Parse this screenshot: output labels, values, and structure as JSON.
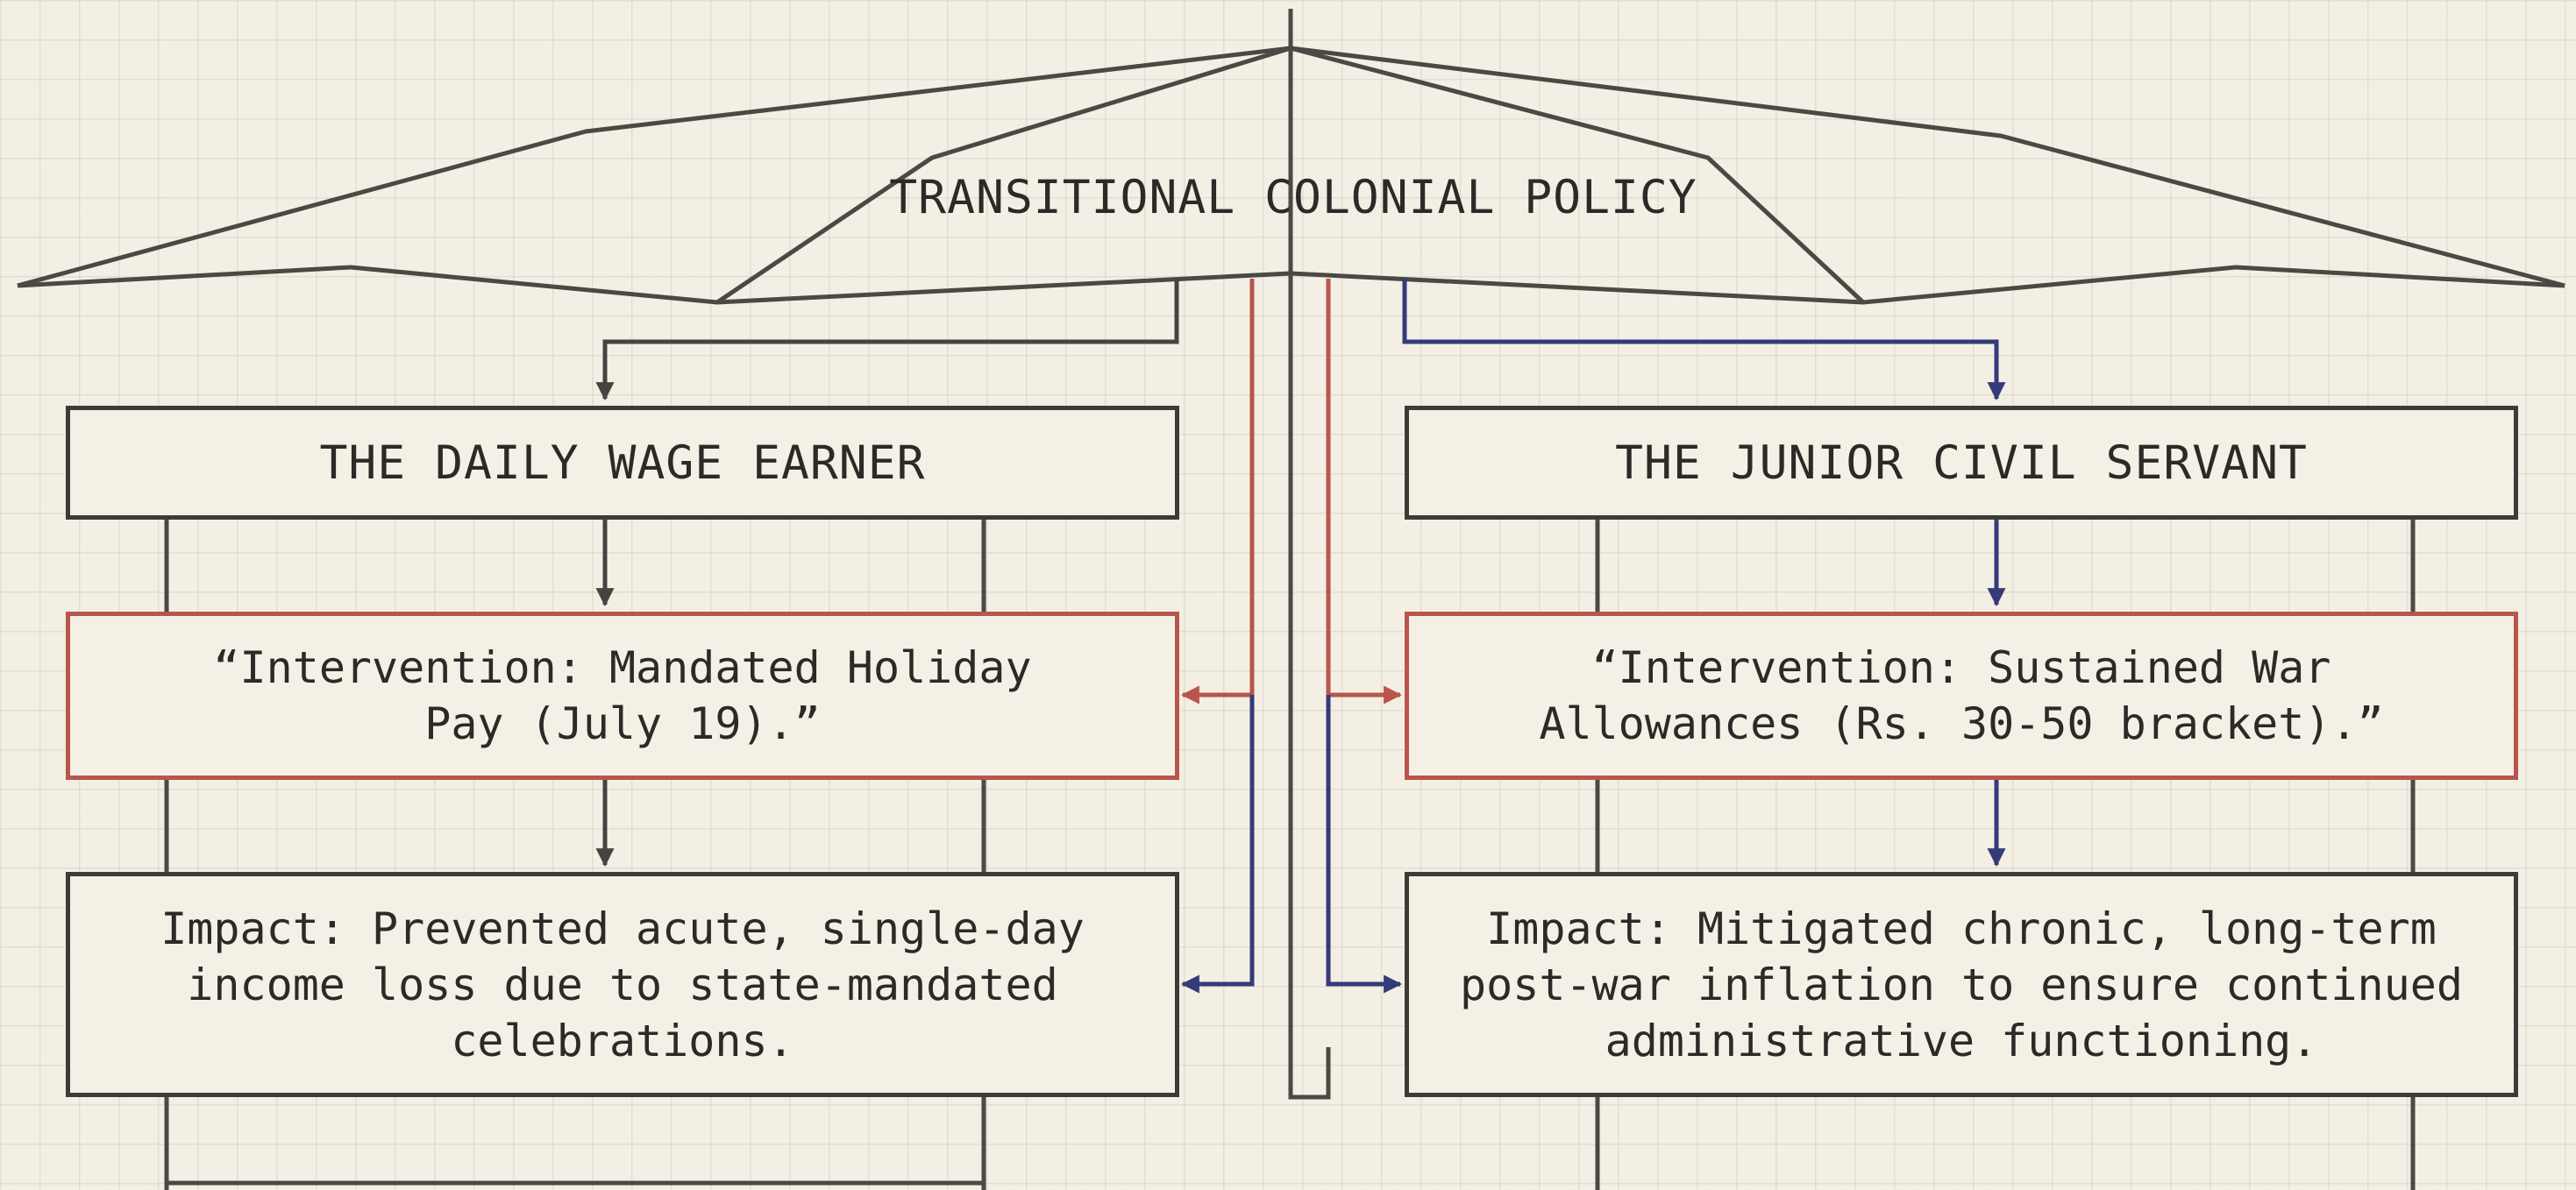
{
  "title": "TRANSITIONAL COLONIAL POLICY",
  "left": {
    "header": "THE DAILY WAGE EARNER",
    "intervention": "“Intervention: Mandated Holiday\nPay (July 19).”",
    "impact": "Impact: Prevented acute, single-day\nincome loss due to state-mandated\ncelebrations."
  },
  "right": {
    "header": "THE JUNIOR CIVIL SERVANT",
    "intervention": "“Intervention: Sustained War\nAllowances (Rs. 30-50 bracket).”",
    "impact": "Impact: Mitigated chronic, long-term\npost-war inflation to ensure continued\nadministrative functioning."
  },
  "colors": {
    "outline": "#3c3b37",
    "red_connector": "#b9554c",
    "blue_connector": "#353b78",
    "paper": "#f3efe4"
  }
}
